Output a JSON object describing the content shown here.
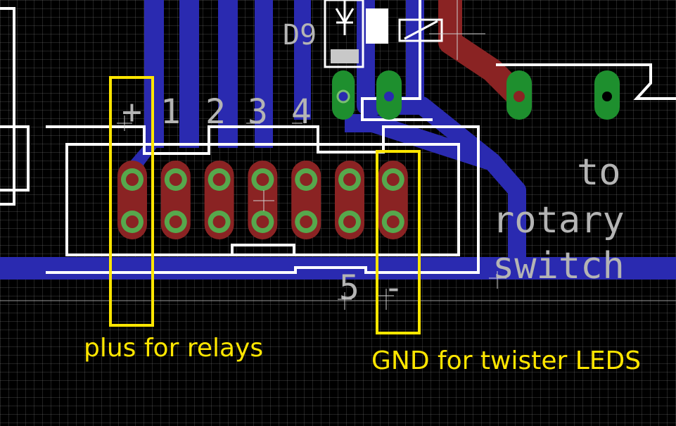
{
  "colors": {
    "background": "#000000",
    "bottom_copper": "#2a2ab0",
    "top_copper": "#8a2323",
    "pad_ring": "#56a84c",
    "via_green": "#1e8f2e",
    "silkscreen": "#ffffff",
    "silk_text": "#b4b4b4",
    "callout": "#ffe600"
  },
  "board": {
    "component_label": "D9",
    "pin_labels": [
      "+",
      "1",
      "2",
      "3",
      "4",
      "5",
      "-"
    ],
    "note_lines": [
      "to",
      "rotary",
      "switch"
    ]
  },
  "callouts": {
    "plus": "plus for relays",
    "gnd": "GND for twister LEDS"
  },
  "header": {
    "pins": [
      {
        "label": "+"
      },
      {
        "label": "1"
      },
      {
        "label": "2"
      },
      {
        "label": "3"
      },
      {
        "label": "4"
      },
      {
        "label": "5"
      },
      {
        "label": "-"
      }
    ]
  }
}
